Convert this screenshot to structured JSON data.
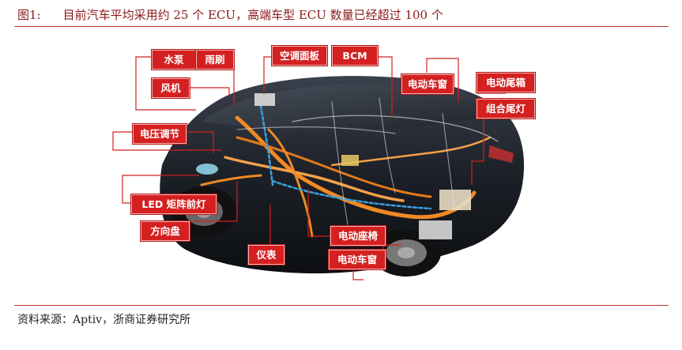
{
  "figure": {
    "number": "图1:",
    "title": "目前汽车平均采用约 25 个 ECU，高端车型 ECU 数量已经超过 100 个"
  },
  "source": "资料来源：Aptiv，浙商证券研究所",
  "labels": {
    "water_pump": "水泵",
    "wiper": "雨刷",
    "ac_panel": "空调面板",
    "bcm": "BCM",
    "power_window_top": "电动车窗",
    "power_tailgate": "电动尾箱",
    "fan": "风机",
    "combo_taillight": "组合尾灯",
    "voltage_regulation": "电压调节",
    "led_headlight": "LED 矩阵前灯",
    "steering_wheel": "方向盘",
    "instrument": "仪表",
    "power_seat": "电动座椅",
    "power_window_bottom": "电动车窗"
  },
  "colors": {
    "title_red": "#8b1a1a",
    "rule_red": "#c0392b",
    "label_red": "#d42020",
    "harness_orange": "#f08a24",
    "bus_blue": "#3aa0e0",
    "car_body": "#1c2027"
  }
}
